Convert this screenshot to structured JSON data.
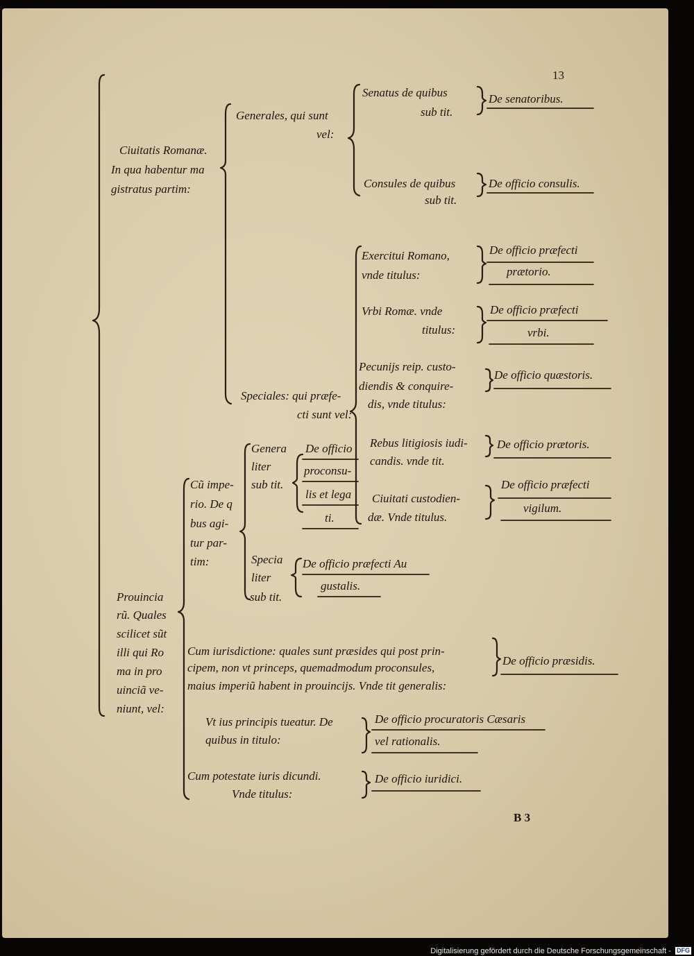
{
  "page": {
    "number": "13",
    "signature": "B 3"
  },
  "tree": {
    "civitas": {
      "head": [
        "Ciuitatis Romanæ.",
        "In qua habentur ma",
        "gistratus partim:"
      ],
      "generales": {
        "head": [
          "Generales, qui sunt",
          "vel:"
        ],
        "senatus": [
          "Senatus de quibus",
          "sub tit."
        ],
        "senatus_title": "De senatoribus.",
        "consules": [
          "Consules de quibus",
          "sub tit."
        ],
        "consules_title": "De officio consulis."
      },
      "speciales": {
        "head": [
          "Speciales: qui præfe-",
          "cti sunt vel:"
        ],
        "exercitui": [
          "Exercitui Romano,",
          "vnde titulus:"
        ],
        "exercitui_title": [
          "De officio præfecti",
          "prætorio."
        ],
        "urbi": [
          "Vrbi Romæ. vnde",
          "titulus:"
        ],
        "urbi_title": [
          "De officio præfecti",
          "vrbi."
        ],
        "pecuniis": [
          "Pecunijs reip. custo-",
          "diendis & conquire-",
          "dis, vnde titulus:"
        ],
        "pecuniis_title": "De officio quæstoris.",
        "rebus": [
          "Rebus litigiosis iudi-",
          "candis. vnde tit."
        ],
        "rebus_title": "De officio prætoris.",
        "civitati": [
          "Ciuitati custodien-",
          "dæ. Vnde titulus."
        ],
        "civitati_title": [
          "De officio præfecti",
          "vigilum."
        ]
      }
    },
    "provinciae": {
      "head": [
        "Prouincia",
        "rũ. Quales",
        "scilicet sũt",
        "illi qui Ro",
        "ma in pro",
        "uinciã ve-",
        "niunt, vel:"
      ],
      "cum_imperio": {
        "head": [
          "Cũ impe-",
          "rio. De q",
          "bus agi-",
          "tur par-",
          "tim:"
        ],
        "generaliter": [
          "Genera",
          "liter",
          "sub tit."
        ],
        "generaliter_title": [
          "De officio",
          "proconsu-",
          "lis et lega",
          "ti."
        ],
        "specialiter": [
          "Specia",
          "liter",
          "sub tit."
        ],
        "specialiter_title": [
          "De officio præfecti Au",
          "gustalis."
        ]
      },
      "cum_iurisdictione": {
        "lines": [
          "Cum iurisdictione: quales sunt præsides qui post prin-",
          "cipem, non vt princeps, quemadmodum proconsules,",
          "maius imperiũ habent in prouincijs. Vnde tit generalis:"
        ],
        "title": "De officio præsidis."
      },
      "ius_principis": {
        "lines": [
          "Vt ius principis tueatur. De",
          "quibus in titulo:"
        ],
        "title": [
          "De officio procuratoris Cæsaris",
          "vel rationalis."
        ]
      },
      "cum_potestate": {
        "lines": [
          "Cum potestate iuris dicundi.",
          "Vnde titulus:"
        ],
        "title": "De officio iuridici."
      }
    }
  },
  "footer": {
    "text": "Digitalisierung gefördert durch die Deutsche Forschungsgemeinschaft -",
    "logo": "DFG"
  }
}
